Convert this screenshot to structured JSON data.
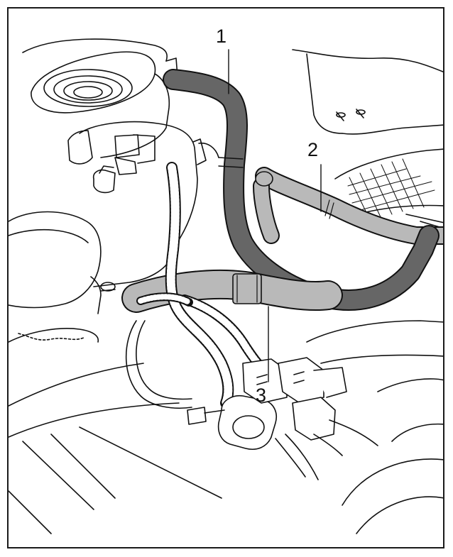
{
  "callouts": [
    {
      "label": "1",
      "part": "dark-hose"
    },
    {
      "label": "2",
      "part": "light-hose"
    },
    {
      "label": "3",
      "part": "connector-bundle"
    }
  ],
  "colors": {
    "outline": "#111111",
    "dark_hose": "#666666",
    "light_hose": "#b9b9b9",
    "background": "#ffffff"
  }
}
